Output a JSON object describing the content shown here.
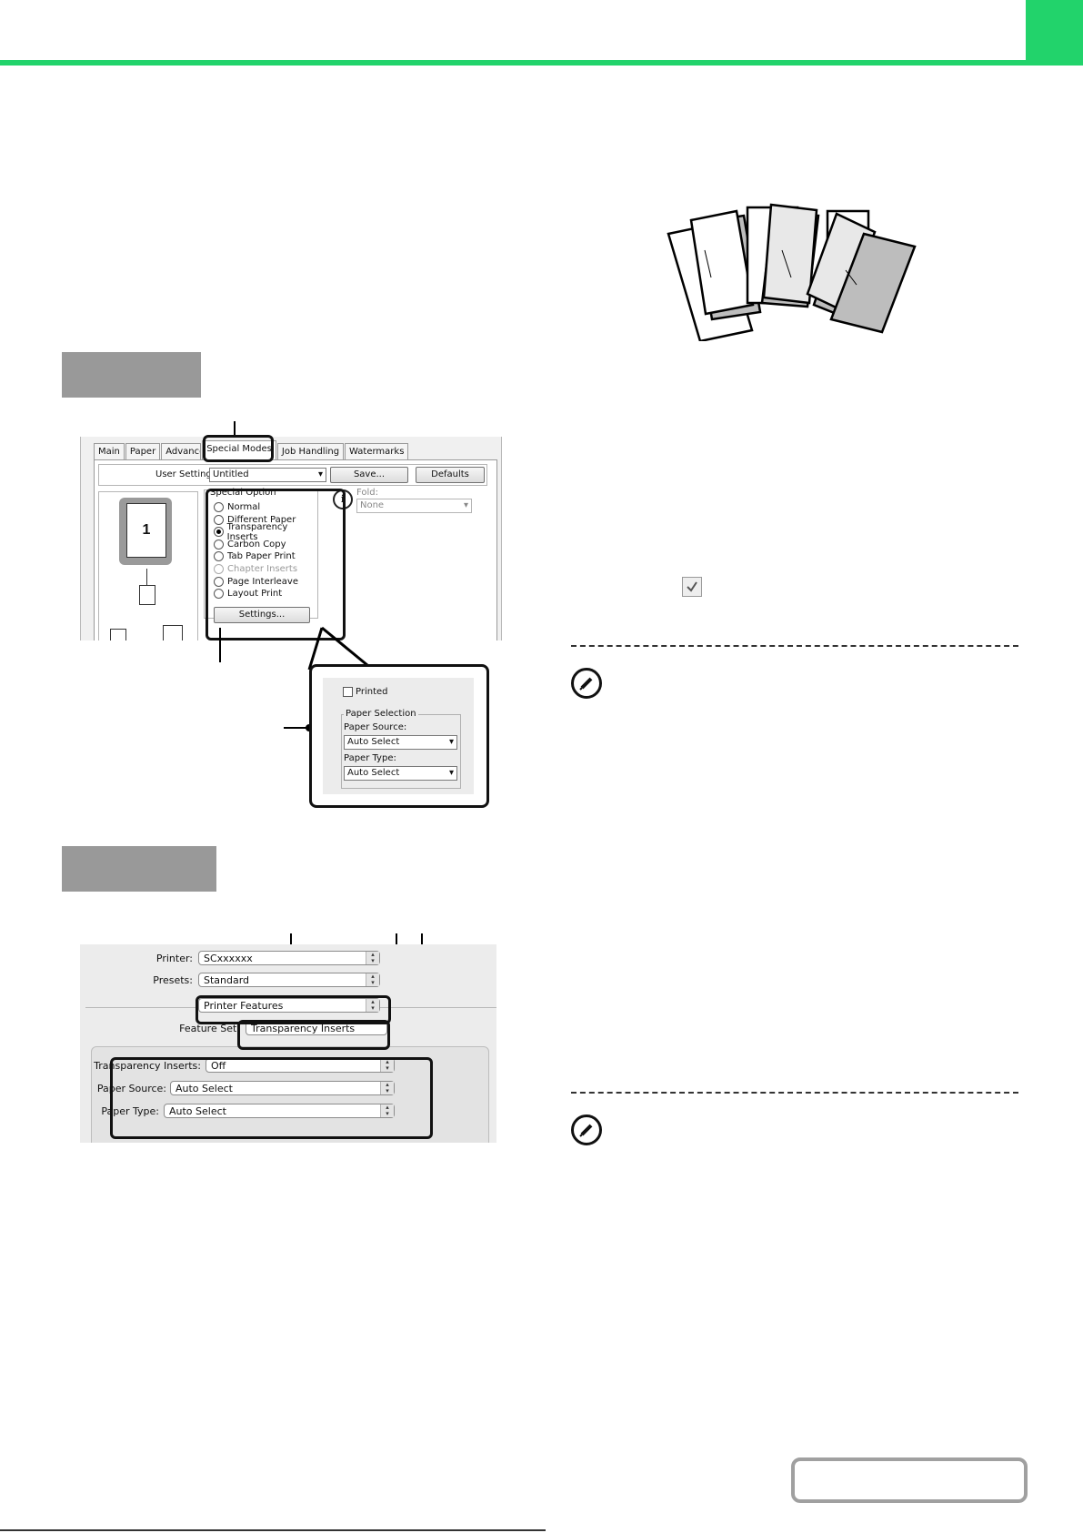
{
  "windows_dialog": {
    "tabs": [
      "Main",
      "Paper",
      "Advanced",
      "Special Modes",
      "Job Handling",
      "Watermarks"
    ],
    "user_settings_label": "User Settings:",
    "user_settings_value": "Untitled",
    "save_label": "Save...",
    "defaults_label": "Defaults",
    "preview_page_number": "1",
    "special_option_title": "Special Option",
    "options": [
      {
        "label": "Normal",
        "selected": false,
        "enabled": true
      },
      {
        "label": "Different Paper",
        "selected": false,
        "enabled": true
      },
      {
        "label": "Transparency Inserts",
        "selected": true,
        "enabled": true
      },
      {
        "label": "Carbon Copy",
        "selected": false,
        "enabled": true
      },
      {
        "label": "Tab Paper Print",
        "selected": false,
        "enabled": true
      },
      {
        "label": "Chapter Inserts",
        "selected": false,
        "enabled": false
      },
      {
        "label": "Page Interleave",
        "selected": false,
        "enabled": true
      },
      {
        "label": "Layout Print",
        "selected": false,
        "enabled": true
      }
    ],
    "settings_label": "Settings...",
    "fold_label": "Fold:",
    "fold_value": "None"
  },
  "zoom_panel": {
    "printed_label": "Printed",
    "paper_selection_title": "Paper Selection",
    "paper_source_label": "Paper Source:",
    "paper_source_value": "Auto Select",
    "paper_type_label": "Paper Type:",
    "paper_type_value": "Auto Select"
  },
  "mac_dialog": {
    "printer_label": "Printer:",
    "printer_value": "SCxxxxxx",
    "presets_label": "Presets:",
    "presets_value": "Standard",
    "panel_value": "Printer Features",
    "feature_set_label": "Feature Set:",
    "feature_set_value": "Transparency Inserts",
    "transparency_inserts_label": "Transparency Inserts:",
    "transparency_inserts_value": "Off",
    "paper_source_label": "Paper Source:",
    "paper_source_value": "Auto Select",
    "paper_type_label": "Paper Type:",
    "paper_type_value": "Auto Select"
  },
  "colors": {
    "accent": "#22d36b",
    "step_block": "#999999"
  },
  "icons": [
    "transparency-sheets-illustration",
    "checkbox-checked-icon",
    "note-pencil-icon"
  ]
}
